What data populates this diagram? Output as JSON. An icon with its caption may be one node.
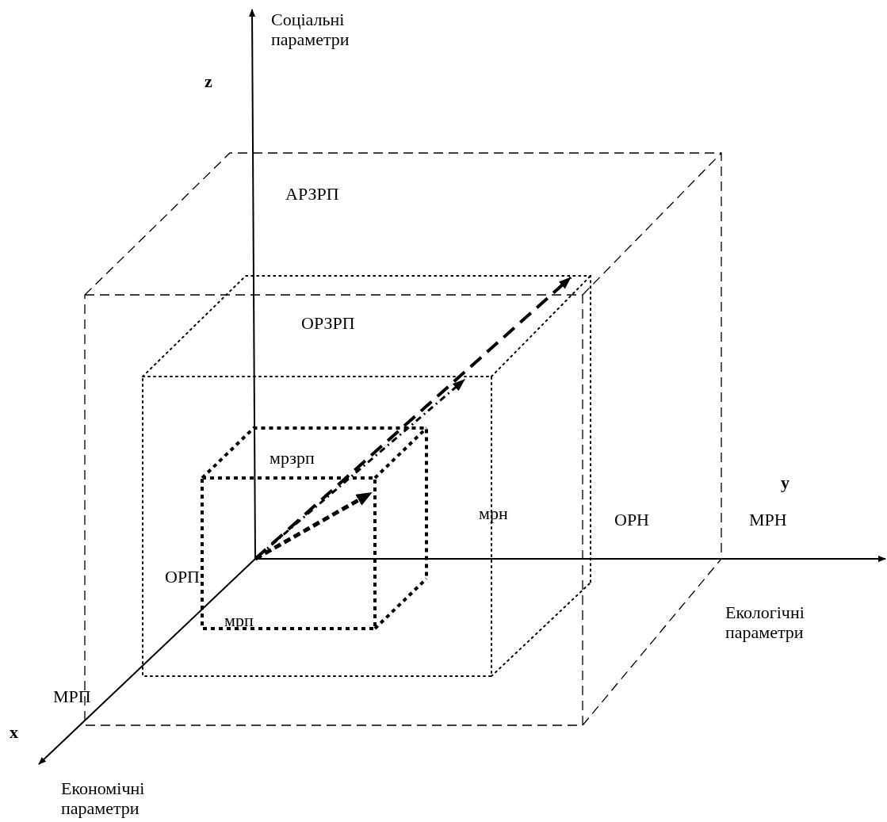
{
  "diagram": {
    "labels": [
      "Соціальні параметри",
      "z",
      "АРЗРП",
      "ОРЗРП",
      "мрзрп",
      "y",
      "мрн",
      "ОРН",
      "МРН",
      "ОРП",
      "мрп",
      "Екологічні параметри",
      "МРП",
      "x",
      "Економічні параметри"
    ]
  }
}
